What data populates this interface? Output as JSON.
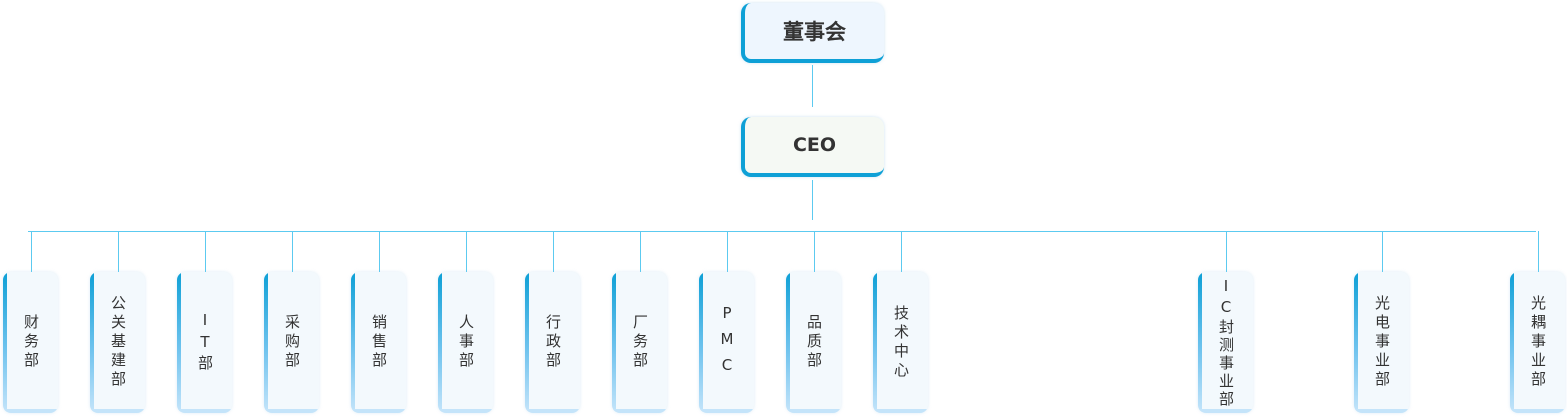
{
  "chart": {
    "root": {
      "label": "董事会"
    },
    "ceo": {
      "label": "CEO"
    },
    "departments": [
      {
        "label": "财务部"
      },
      {
        "label": "公关基建部"
      },
      {
        "label": "IT部"
      },
      {
        "label": "采购部"
      },
      {
        "label": "销售部"
      },
      {
        "label": "人事部"
      },
      {
        "label": "行政部"
      },
      {
        "label": "厂务部"
      },
      {
        "label": "PMC"
      },
      {
        "label": "品质部"
      },
      {
        "label": "技术中心"
      },
      {
        "label": "IC封测事业部"
      },
      {
        "label": "光电事业部"
      },
      {
        "label": "光耦事业部"
      }
    ]
  },
  "colors": {
    "accent": "#0ea0d6",
    "connector": "#5ccaf0",
    "board_bg": "#eef6fe",
    "ceo_bg": "#f5f9f4",
    "leaf_bg": "#f3f9fd"
  }
}
